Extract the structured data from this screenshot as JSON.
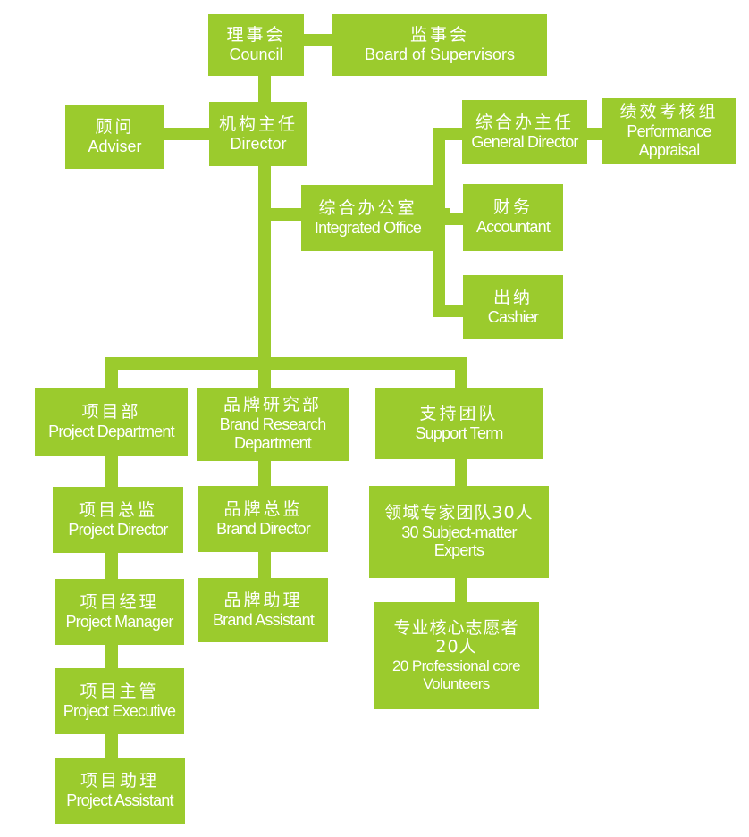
{
  "colors": {
    "box": "#9BCB2D",
    "line": "#9BCB2D",
    "text": "#ffffff",
    "background": "#ffffff"
  },
  "nodes": {
    "council": {
      "zh": "理事会",
      "en": "Council"
    },
    "supervisors": {
      "zh": "监事会",
      "en": "Board of Supervisors"
    },
    "adviser": {
      "zh": "顾问",
      "en": "Adviser"
    },
    "director": {
      "zh": "机构主任",
      "en": "Director"
    },
    "general_director": {
      "zh": "综合办主任",
      "en": "General Director"
    },
    "performance": {
      "zh": "绩效考核组",
      "en_1": "Performance",
      "en_2": "Appraisal"
    },
    "integrated_office": {
      "zh": "综合办公室",
      "en": "Integrated Office"
    },
    "accountant": {
      "zh": "财务",
      "en": "Accountant"
    },
    "cashier": {
      "zh": "出纳",
      "en": "Cashier"
    },
    "project_department": {
      "zh": "项目部",
      "en": "Project Department"
    },
    "brand_research": {
      "zh": "品牌研究部",
      "en_1": "Brand Research",
      "en_2": "Department"
    },
    "support_term": {
      "zh": "支持团队",
      "en": "Support Term"
    },
    "project_director": {
      "zh": "项目总监",
      "en": "Project Director"
    },
    "brand_director": {
      "zh": "品牌总监",
      "en": "Brand Director"
    },
    "experts": {
      "zh": "领域专家团队30人",
      "en_1": "30 Subject-matter",
      "en_2": "Experts"
    },
    "project_manager": {
      "zh": "项目经理",
      "en": "Project Manager"
    },
    "brand_assistant": {
      "zh": "品牌助理",
      "en": "Brand Assistant"
    },
    "volunteers": {
      "zh_1": "专业核心志愿者",
      "zh_2": "20人",
      "en_1": "20 Professional core",
      "en_2": "Volunteers"
    },
    "project_executive": {
      "zh": "项目主管",
      "en": "Project Executive"
    },
    "project_assistant": {
      "zh": "项目助理",
      "en": "Project Assistant"
    }
  }
}
